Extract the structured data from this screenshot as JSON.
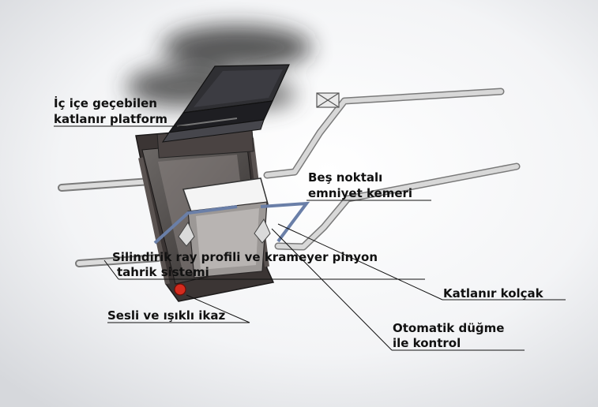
{
  "labels": {
    "platform_line1": "İç içe geçebilen",
    "platform_line2": "katlanır platform",
    "belt_line1": "Beş noktalı",
    "belt_line2": "emniyet kemeri",
    "rail_line1": "Silindirik ray profili ve krameyer pinyon",
    "rail_line2": "tahrik sistemi",
    "armrest": "Katlanır kolçak",
    "alarm": "Sesli ve ışıklı ikaz",
    "button_line1": "Otomatik düğme",
    "button_line2": "ile kontrol"
  }
}
